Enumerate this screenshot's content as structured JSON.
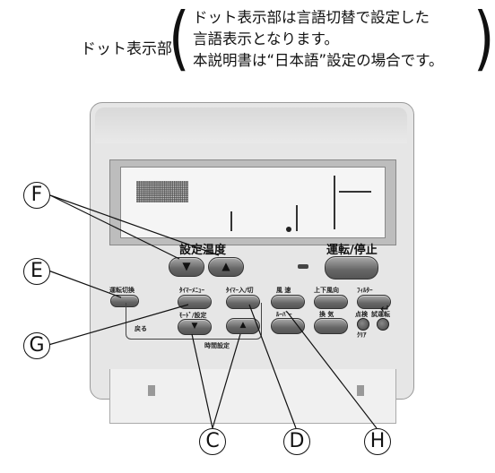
{
  "annotations": {
    "dot_label": "ドット表示部",
    "note_lines": [
      "ドット表示部は言語切替で設定した",
      "言語表示となります。",
      "本説明書は“日本語”設定の場合です。"
    ]
  },
  "buttons": {
    "setting_temp": "設定温度",
    "run_stop": "運転/停止",
    "run_switch": "運転切換",
    "timer_menu": "ﾀｲﾏｰﾒﾆｭｰ",
    "timer_input": "ﾀｲﾏｰ入/切",
    "fan_speed": "風 速",
    "up_down_wind": "上下風向",
    "filter": "ﾌｨﾙﾀｰ",
    "mode_setting": "ﾓｰﾄﾞ/設定",
    "louver": "ﾙｰﾊﾞｰ",
    "ventilation": "換 気",
    "check": "点検",
    "test_run": "試運転",
    "clear": "ｸﾘｱ",
    "back_label": "戻る",
    "time_setting": "時間設定"
  },
  "callouts": {
    "F": "F",
    "E": "E",
    "G": "G",
    "C": "C",
    "D": "D",
    "H": "H"
  },
  "icons": {
    "triangle_down": "▼",
    "triangle_up": "▲",
    "enter_arrow": "↵"
  },
  "colors": {
    "housing": "#e6e6e6",
    "button": "#666666",
    "lcd": "#f5f5f5",
    "line": "#111111"
  }
}
